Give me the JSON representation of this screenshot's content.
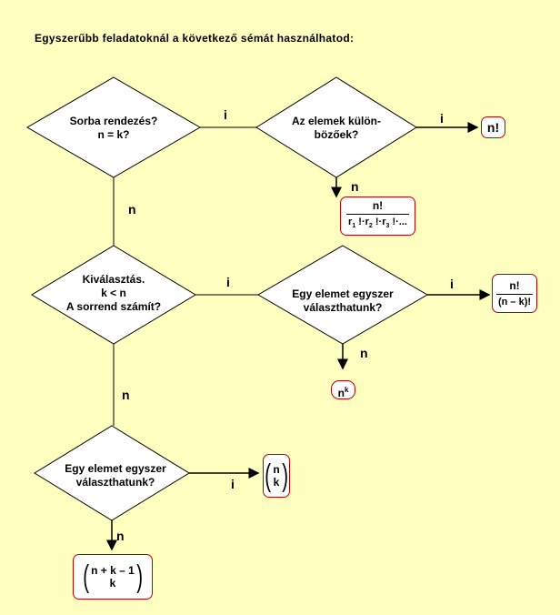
{
  "title": "Egyszerűbb feladatoknál a következő sémát használhatod:",
  "decision1": {
    "line1": "Sorba rendezés?",
    "line2": "n = k?"
  },
  "decision2": {
    "line1": "Az elemek külön-",
    "line2": "bözőek?"
  },
  "decision3": {
    "line1": "Kiválasztás.",
    "line2": "k < n",
    "line3": "A sorrend számít?"
  },
  "decision4": {
    "line1": "Egy elemet egyszer",
    "line2": "választhatunk?"
  },
  "decision5": {
    "line1": "Egy elemet egyszer",
    "line2": "választhatunk?"
  },
  "labels": {
    "yes": "i",
    "no": "n"
  },
  "results": {
    "permutation": "n!",
    "rep_permutation": {
      "num": "n!",
      "den_prefix": "r",
      "den_parts": [
        "1",
        "2",
        "3"
      ],
      "den_suffix": "..."
    },
    "variation": {
      "num": "n!",
      "den": "(n – k)!"
    },
    "rep_variation": {
      "base": "n",
      "exp": "k"
    },
    "combination": {
      "top": "n",
      "bottom": "k"
    },
    "rep_combination": {
      "top": "n + k – 1",
      "bottom": "k"
    }
  },
  "colors": {
    "background": "#ffffc0",
    "result_border": "#c00000"
  }
}
